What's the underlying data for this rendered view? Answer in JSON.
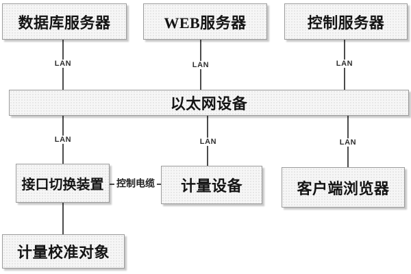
{
  "diagram": {
    "type": "network-topology",
    "nodes": [
      {
        "id": "database-server",
        "label": "数据库服务器"
      },
      {
        "id": "web-server",
        "label": "WEB服务器"
      },
      {
        "id": "control-server",
        "label": "控制服务器"
      },
      {
        "id": "ethernet-device",
        "label": "以太网设备"
      },
      {
        "id": "interface-switcher",
        "label": "接口切换装置"
      },
      {
        "id": "metering-device",
        "label": "计量设备"
      },
      {
        "id": "client-browser",
        "label": "客户端浏览器"
      },
      {
        "id": "calibration-target",
        "label": "计量校准对象"
      }
    ],
    "connections": [
      {
        "from": "database-server",
        "to": "ethernet-device",
        "label": "LAN"
      },
      {
        "from": "web-server",
        "to": "ethernet-device",
        "label": "LAN"
      },
      {
        "from": "control-server",
        "to": "ethernet-device",
        "label": "LAN"
      },
      {
        "from": "ethernet-device",
        "to": "interface-switcher",
        "label": "LAN"
      },
      {
        "from": "ethernet-device",
        "to": "metering-device",
        "label": "LAN"
      },
      {
        "from": "ethernet-device",
        "to": "client-browser",
        "label": "LAN"
      },
      {
        "from": "interface-switcher",
        "to": "metering-device",
        "label": "控制电缆"
      },
      {
        "from": "interface-switcher",
        "to": "calibration-target",
        "label": ""
      }
    ],
    "colors": {
      "background": "#ffffff",
      "box_fill": "#f4f4f4",
      "box_border": "#9a9a9a",
      "connector_line": "#4a4a4a",
      "label_text": "#141414"
    }
  }
}
